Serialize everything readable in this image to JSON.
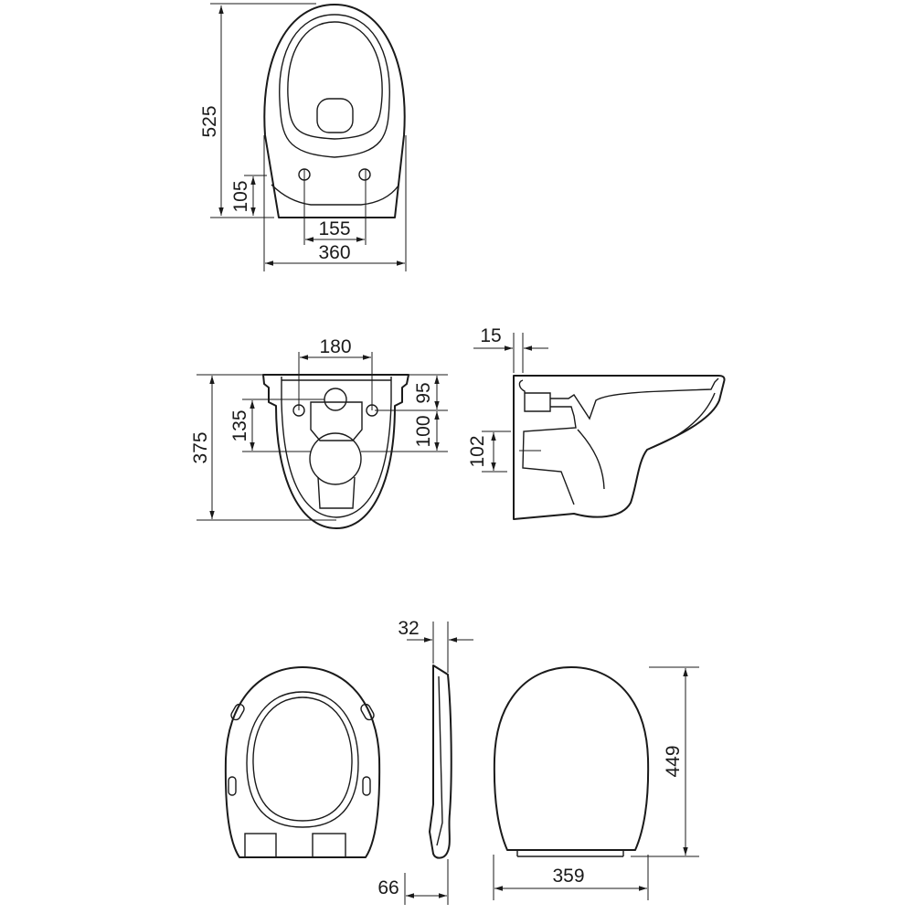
{
  "top_view": {
    "overall_length": "525",
    "fixing_height": "105",
    "fixing_spacing": "155",
    "overall_width": "360"
  },
  "bottom_view": {
    "bolt_spacing": "180",
    "overall_length": "375",
    "inlet_offset": "135",
    "top_to_bolt": "95",
    "bolt_to_outlet": "100"
  },
  "side_view": {
    "wall_offset": "15",
    "outlet_height": "102"
  },
  "seat": {
    "seat_thickness": "32",
    "hinge_depth": "66",
    "seat_width": "359",
    "seat_length": "449"
  }
}
